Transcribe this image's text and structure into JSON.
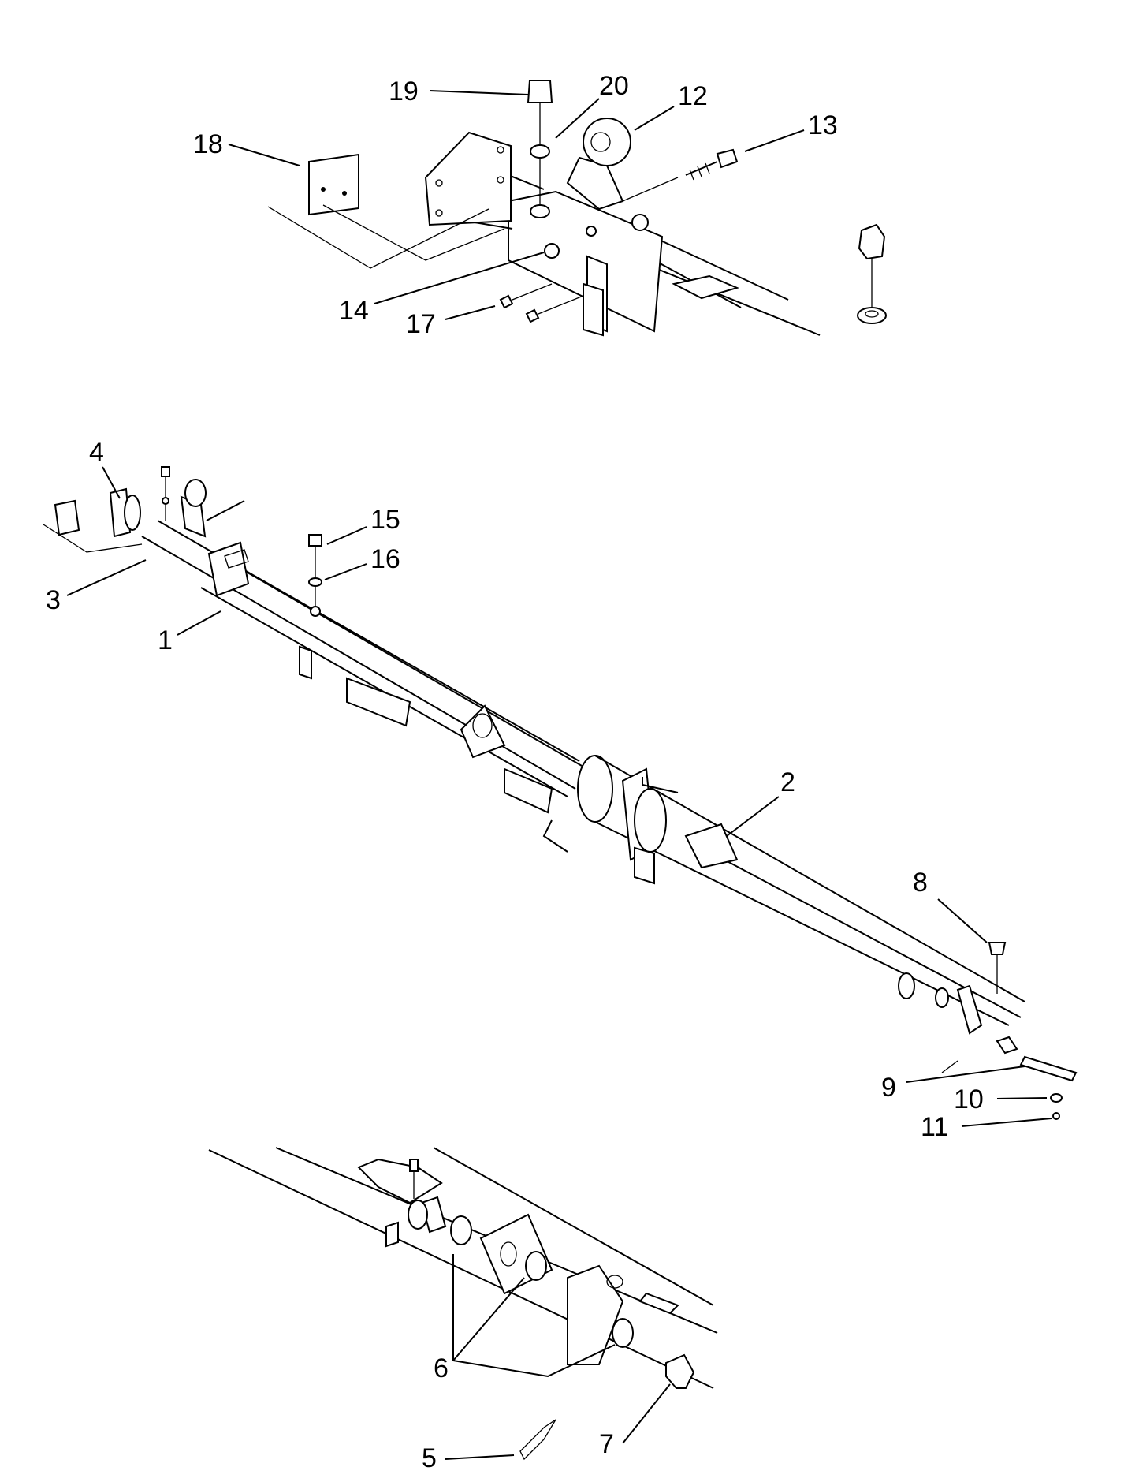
{
  "figure": {
    "callouts": [
      {
        "id": "c1",
        "text": "1"
      },
      {
        "id": "c2",
        "text": "2"
      },
      {
        "id": "c3",
        "text": "3"
      },
      {
        "id": "c4",
        "text": "4"
      },
      {
        "id": "c5",
        "text": "5"
      },
      {
        "id": "c6",
        "text": "6"
      },
      {
        "id": "c7",
        "text": "7"
      },
      {
        "id": "c8",
        "text": "8"
      },
      {
        "id": "c9",
        "text": "9"
      },
      {
        "id": "c10",
        "text": "10"
      },
      {
        "id": "c11",
        "text": "11"
      },
      {
        "id": "c12",
        "text": "12"
      },
      {
        "id": "c13",
        "text": "13"
      },
      {
        "id": "c14",
        "text": "14"
      },
      {
        "id": "c15",
        "text": "15"
      },
      {
        "id": "c16",
        "text": "16"
      },
      {
        "id": "c17",
        "text": "17"
      },
      {
        "id": "c18",
        "text": "18"
      },
      {
        "id": "c19",
        "text": "19"
      },
      {
        "id": "c20",
        "text": "20"
      }
    ]
  }
}
